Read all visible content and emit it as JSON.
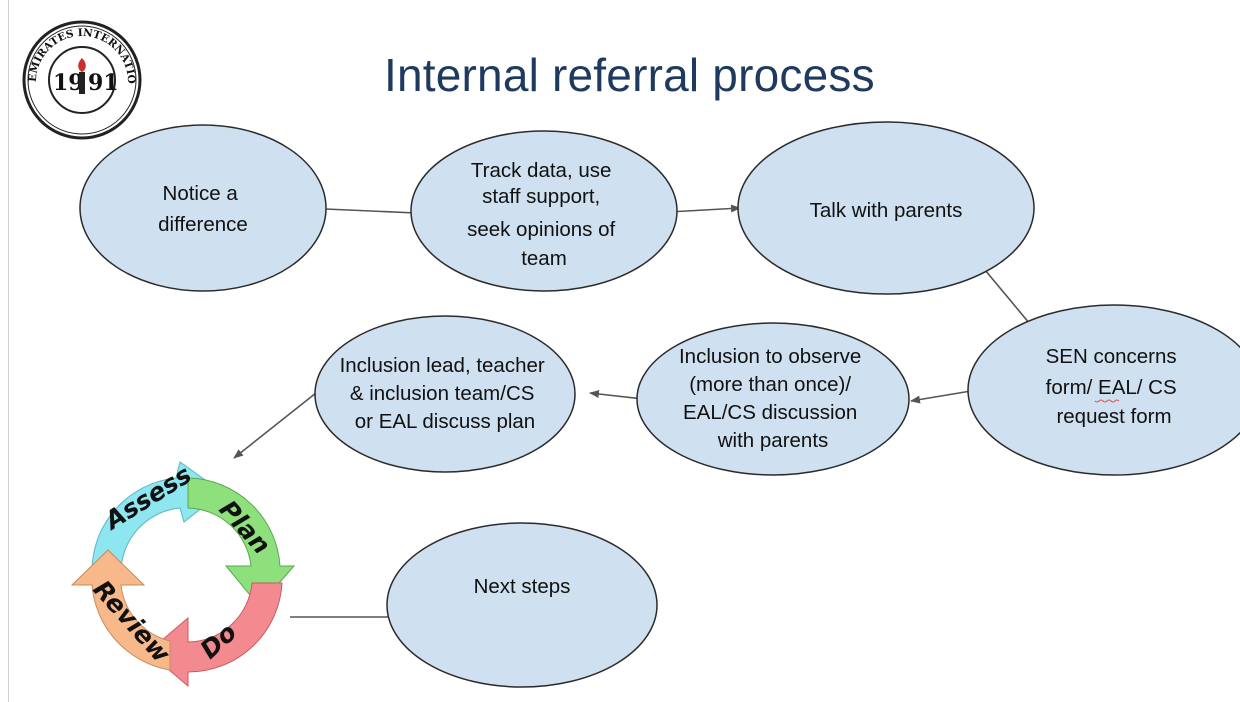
{
  "slide": {
    "title": "Internal referral process"
  },
  "logo": {
    "ring_text": "EMIRATES INTERNATIONAL SCHOOL · DUBAI ·",
    "year_left": "19",
    "year_right": "91"
  },
  "nodes": [
    {
      "id": "notice",
      "lines": [
        "Notice a",
        "difference"
      ]
    },
    {
      "id": "track",
      "lines": [
        "Track data, use",
        "staff support,",
        "seek opinions of",
        "team"
      ]
    },
    {
      "id": "talk",
      "lines": [
        "Talk with parents"
      ]
    },
    {
      "id": "sen",
      "lines": [
        "SEN concerns",
        "form/ EAL/ CS",
        "request form"
      ]
    },
    {
      "id": "observe",
      "lines": [
        "Inclusion to observe",
        "(more than once)/",
        "EAL/CS discussion",
        "with parents"
      ]
    },
    {
      "id": "plan-discuss",
      "lines": [
        "Inclusion lead, teacher",
        "& inclusion team/CS",
        "or EAL discuss plan"
      ]
    },
    {
      "id": "next",
      "lines": [
        "Next steps"
      ]
    }
  ],
  "cycle": {
    "labels": [
      "Assess",
      "Plan",
      "Do",
      "Review"
    ],
    "colors": {
      "assess": "#8ee6f0",
      "plan": "#8de07c",
      "do": "#f28a8f",
      "review": "#f7b98a"
    }
  },
  "colors": {
    "node_fill": "#cfe0f0",
    "node_stroke": "#2b2b2b",
    "arrow": "#555555",
    "title": "#1f3a5f"
  }
}
